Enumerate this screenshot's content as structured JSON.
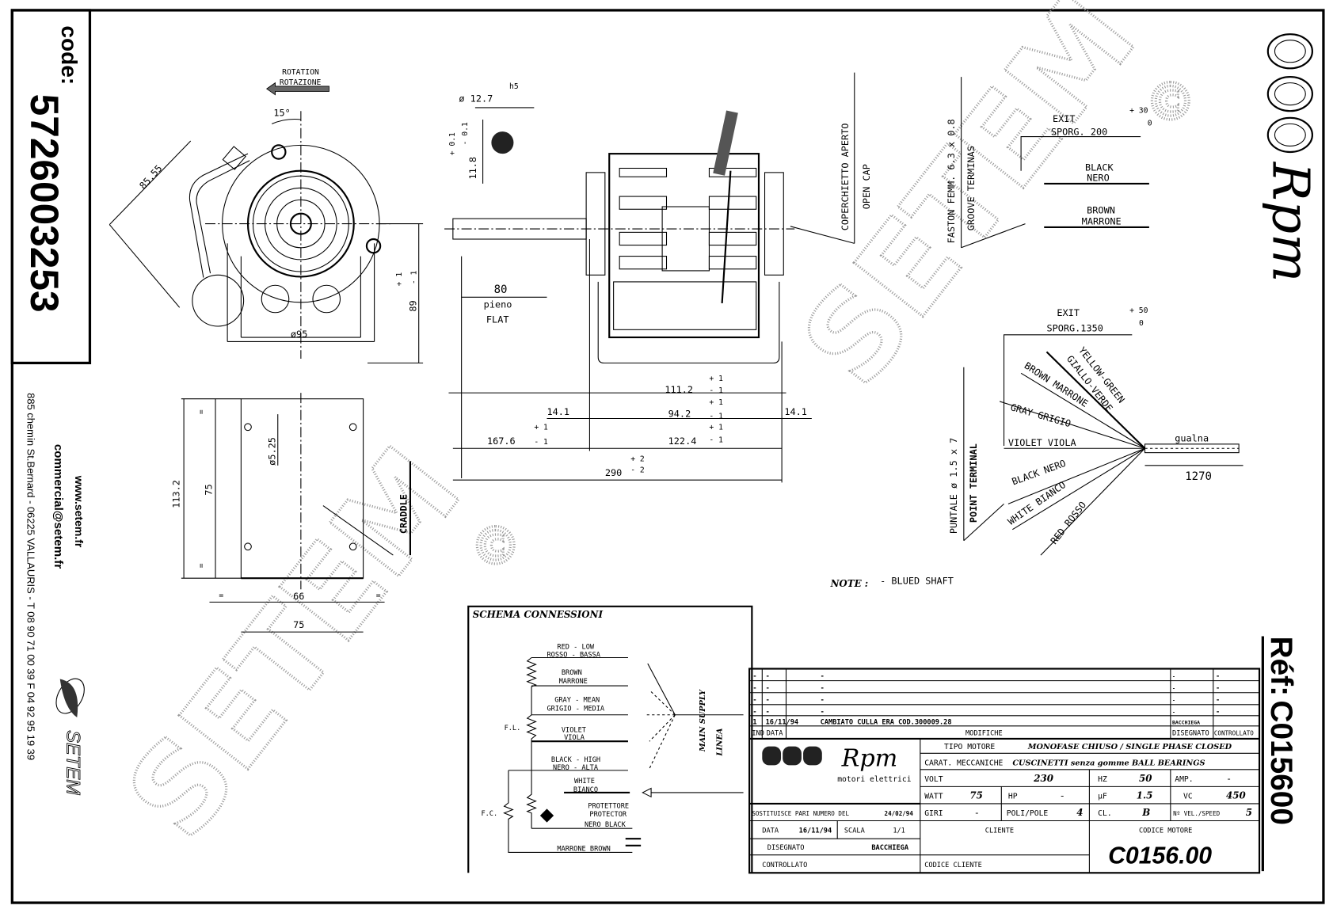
{
  "left_panel": {
    "code_label": "code:",
    "code_value": "5726003253",
    "website": "www.setem.fr",
    "email": "commercial@setem.fr",
    "address": "885 chemin St.Bernard  -  06225 VALLAURIS  -  T 08 90 71 00 39   F 04 92 95 19 39",
    "logo_text": "SETEM"
  },
  "right_panel": {
    "brand_logo_text": "Rpm",
    "ref_label": "Réf:",
    "ref_value": "C015600"
  },
  "watermark": {
    "text": "SETEM",
    "symbol": "©"
  },
  "front_view": {
    "rotation_en": "ROTATION",
    "rotation_it": "ROTAZIONE",
    "angle": "15°",
    "dim_diag": "85.55",
    "dim_diameter": "ø95",
    "dim_height": "89",
    "dim_height_tol_plus": "+ 1",
    "dim_height_tol_minus": "- 1"
  },
  "cradle_view": {
    "dim_height_total": "113.2",
    "dim_hole_spacing_v": "75",
    "dim_hole": "ø5.25",
    "dim_hole_spacing_h": "66",
    "dim_width": "75",
    "equal_mark": "=",
    "label": "CRADDLE"
  },
  "side_view": {
    "shaft_diameter": "ø 12.7",
    "shaft_fit": "h5",
    "flat_dim": "11.8",
    "flat_tol_plus": "+ 0.1",
    "flat_tol_minus": "- 0.1",
    "flat_length": "80",
    "flat_it": "pieno",
    "flat_en": "FLAT",
    "dim_111": "111.2",
    "dim_94": "94.2",
    "dim_14_left": "14.1",
    "dim_14_right": "14.1",
    "dim_167": "167.6",
    "dim_122": "122.4",
    "dim_290": "290",
    "tol_plus_1": "+ 1",
    "tol_minus_1": "- 1",
    "tol_plus_2": "+ 2",
    "tol_minus_2": "- 2",
    "open_cap_it": "COPERCHIETTO APERTO",
    "open_cap_en": "OPEN CAP"
  },
  "terminals": {
    "faston": "FASTON FEMM. 6.3 x 0.8",
    "groove": "GROOVE TERMINAS",
    "exit1_label": "EXIT",
    "exit1_value": "SPORG. 200",
    "exit1_tol_plus": "+ 30",
    "exit1_tol_minus": "0",
    "wire_black": [
      "BLACK",
      "NERO"
    ],
    "wire_brown": [
      "BROWN",
      "MARRONE"
    ],
    "exit2_label": "EXIT",
    "exit2_value": "SPORG.1350",
    "exit2_tol_plus": "+ 50",
    "exit2_tol_minus": "0",
    "puntale": "PUNTALE ø 1.5 x 7",
    "point_terminal": "POINT TERMINAL",
    "leads": [
      "YELLOW-GREEN",
      "GIALLO-VERDE",
      "BROWN MARRONE",
      "GRAY GRIGIO",
      "VIOLET VIOLA",
      "BLACK NERO",
      "WHITE BIANCO",
      "RED ROSSO"
    ],
    "sheath": "gualna",
    "sheath_length": "1270"
  },
  "note": {
    "label": "NOTE :",
    "text": "- BLUED SHAFT"
  },
  "schema": {
    "title": "SCHEMA CONNESSIONI",
    "lines": [
      {
        "en": "RED - LOW",
        "it": "ROSSO - BASSA"
      },
      {
        "en": "BROWN",
        "it": "MARRONE"
      },
      {
        "en": "GRAY - MEAN",
        "it": "GRIGIO - MEDIA"
      },
      {
        "en": "VIOLET",
        "it": "VIOLA"
      },
      {
        "en": "BLACK - HIGH",
        "it": "NERO - ALTA"
      },
      {
        "en": "WHITE",
        "it": "BIANCO"
      }
    ],
    "fl": "F.L.",
    "fc": "F.C.",
    "protector_it": "PROTETTORE",
    "protector_en": "PROTECTOR",
    "nero_black": "NERO  BLACK",
    "marrone_brown": "MARRONE  BROWN",
    "main_supply": "MAIN SUPPLY",
    "linea": "LINEA"
  },
  "title_block": {
    "revisions": [
      {
        "ind": "-",
        "data": "-",
        "desc": "-",
        "dis": "-",
        "ctrl": "-"
      },
      {
        "ind": "-",
        "data": "-",
        "desc": "-",
        "dis": "-",
        "ctrl": "-"
      },
      {
        "ind": "-",
        "data": "-",
        "desc": "-",
        "dis": "-",
        "ctrl": "-"
      },
      {
        "ind": "-",
        "data": "-",
        "desc": "-",
        "dis": "-",
        "ctrl": "-"
      },
      {
        "ind": "1",
        "data": "16/11/94",
        "desc": "CAMBIATO CULLA ERA COD.300009.28",
        "dis": "BACCHIEGA",
        "ctrl": ""
      }
    ],
    "headers": {
      "ind": "IND",
      "data": "DATA",
      "modifiche": "MODIFICHE",
      "disegnato": "DISEGNATO",
      "controllato": "CONTROLLATO"
    },
    "logo_text": "Rpm",
    "logo_sub": "motori elettrici",
    "tipo_motore_label": "TIPO MOTORE",
    "tipo_motore_value": "MONOFASE CHIUSO / SINGLE PHASE CLOSED",
    "carat_label": "CARAT. MECCANICHE",
    "carat_value": "CUSCINETTI senza gomme BALL BEARINGS",
    "volt_label": "VOLT",
    "volt_value": "230",
    "hz_label": "HZ",
    "hz_value": "50",
    "amp_label": "AMP.",
    "amp_value": "-",
    "watt_label": "WATT",
    "watt_value": "75",
    "hp_label": "HP",
    "hp_value": "-",
    "uf_label": "µF",
    "uf_value": "1.5",
    "vc_label": "VC",
    "vc_value": "450",
    "giri_label": "GIRI",
    "giri_value": "-",
    "poli_label": "POLI/POLE",
    "poli_value": "4",
    "cl_label": "CL.",
    "cl_value": "B",
    "speed_label": "Nº VEL./SPEED",
    "speed_value": "5",
    "sostituisce_label": "SOSTITUISCE PARI NUMERO DEL",
    "sostituisce_value": "24/02/94",
    "data_label": "DATA",
    "data_value": "16/11/94",
    "scala_label": "SCALA",
    "scala_value": "1/1",
    "disegnato_label": "DISEGNATO",
    "disegnato_value": "BACCHIEGA",
    "controllato_label": "CONTROLLATO",
    "cliente_label": "CLIENTE",
    "codice_cliente_label": "CODICE CLIENTE",
    "codice_motore_label": "CODICE MOTORE",
    "codice_motore_value": "C0156.00"
  }
}
